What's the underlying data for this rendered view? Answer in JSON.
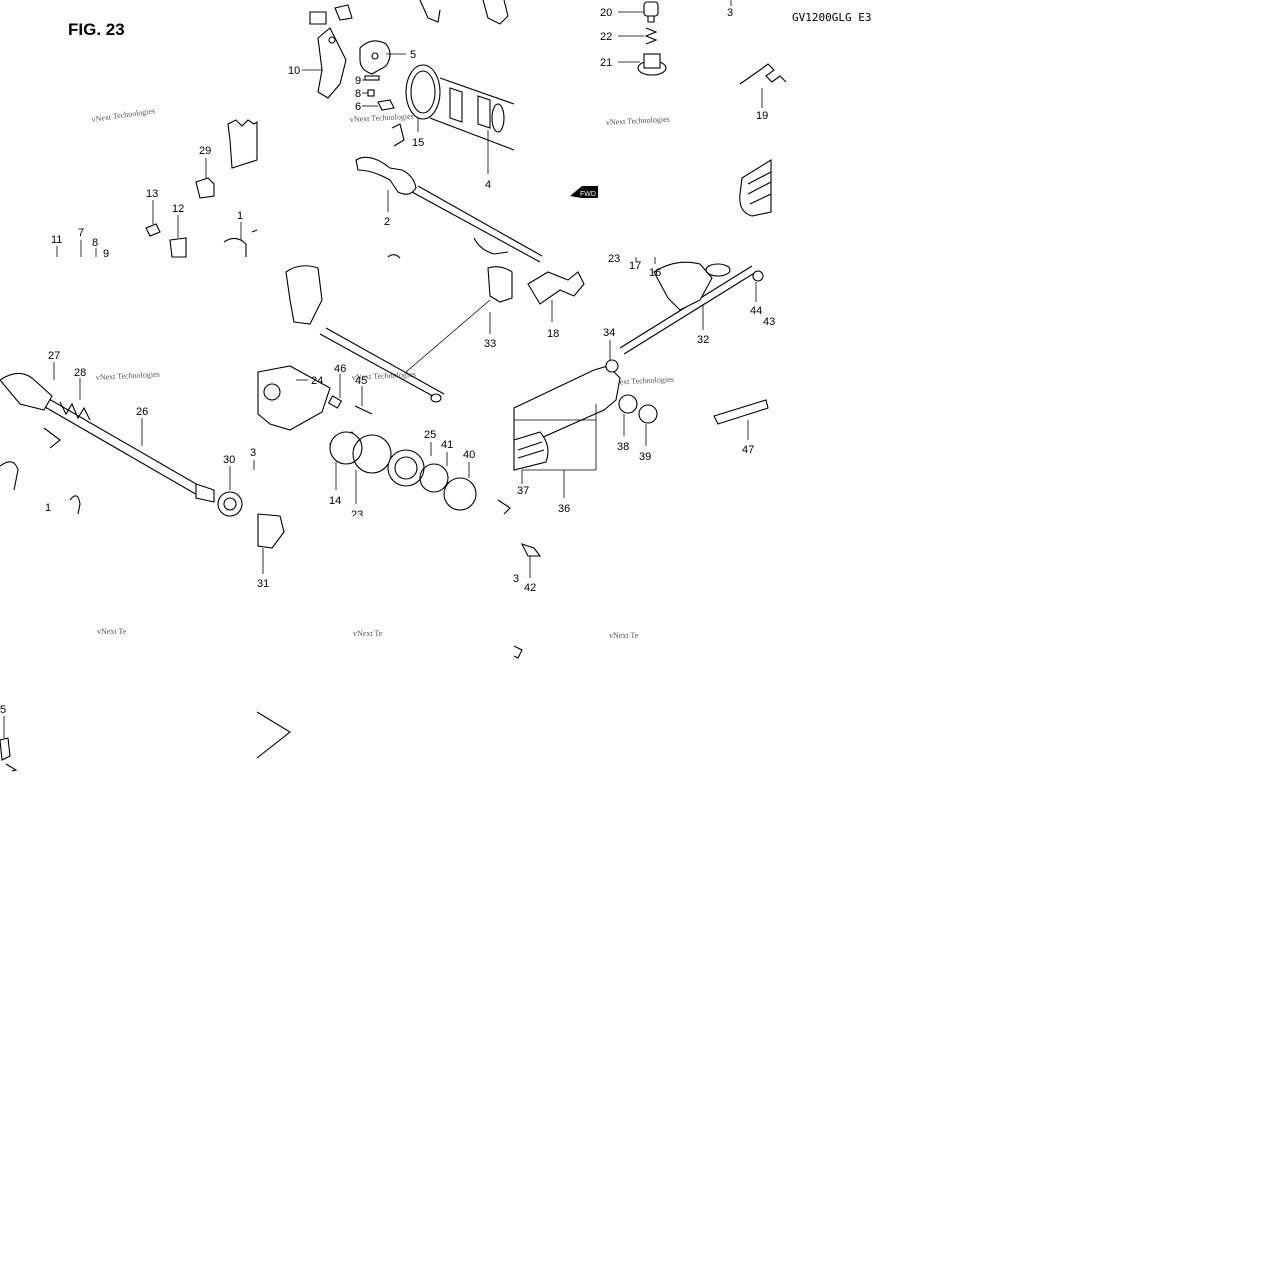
{
  "figure": {
    "title": "FIG. 23",
    "model_code": "GV1200GLG E3",
    "watermark_text": "vNext Technologies",
    "watermark_partial": "vNext Te",
    "direction_label": "FWD"
  },
  "callouts": [
    "20",
    "22",
    "21",
    "19",
    "3",
    "10",
    "5",
    "9",
    "8",
    "6",
    "15",
    "4",
    "2",
    "29",
    "13",
    "12",
    "1",
    "11",
    "7",
    "8",
    "9",
    "23",
    "17",
    "16",
    "44",
    "43",
    "3",
    "33",
    "18",
    "34",
    "32",
    "27",
    "28",
    "26",
    "30",
    "3",
    "1",
    "24",
    "46",
    "45",
    "25",
    "41",
    "40",
    "14",
    "23",
    "37",
    "36",
    "38",
    "39",
    "47",
    "31",
    "3",
    "42",
    "5"
  ]
}
